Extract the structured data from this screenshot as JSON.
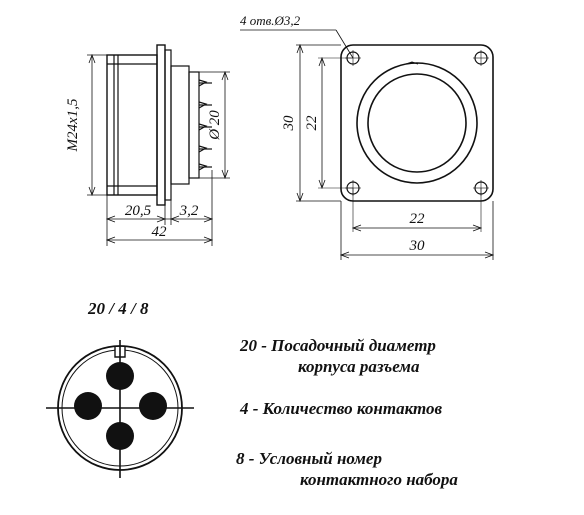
{
  "side_view": {
    "thread_label": "M24x1,5",
    "diameter_label": "Ø 20",
    "dim_body": "20,5",
    "dim_flange": "3,2",
    "dim_total": "42"
  },
  "front_view": {
    "holes_note": "4 отв.Ø3,2",
    "dim_height_outer": "30",
    "dim_height_inner": "22",
    "dim_width_inner": "22",
    "dim_width_outer": "30"
  },
  "code": {
    "title": "20 / 4 / 8"
  },
  "legend": {
    "item1_line1": "20  -  Посадочный диаметр",
    "item1_line2": "корпуса разъема",
    "item2": "4  - Количество контактов",
    "item3_line1": "8  - Условный номер",
    "item3_line2": "контактного набора"
  }
}
